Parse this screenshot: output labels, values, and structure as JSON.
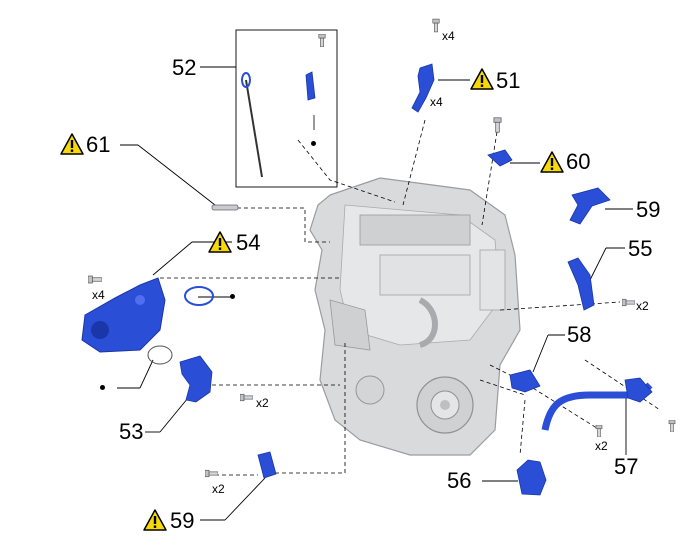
{
  "callouts": {
    "c51": "51",
    "c52": "52",
    "c53": "53",
    "c54": "54",
    "c55": "55",
    "c56": "56",
    "c57": "57",
    "c58": "58",
    "c59a": "59",
    "c59b": "59",
    "c60": "60",
    "c61": "61"
  },
  "quantities": {
    "q51_bolt": "x4",
    "q51_part": "x4",
    "q54": "x4",
    "q53": "x2",
    "q55": "x2",
    "q57": "x2",
    "q59b": "x2"
  },
  "colors": {
    "part_blue": "#2a4fd6",
    "part_blue_dark": "#1a36a8",
    "engine_gray": "#d9dadc",
    "engine_edge": "#9a9ca0",
    "warning_yellow": "#f5d90a"
  },
  "icons": {
    "warning": "warning-triangle-icon",
    "bolt": "bolt-icon"
  }
}
